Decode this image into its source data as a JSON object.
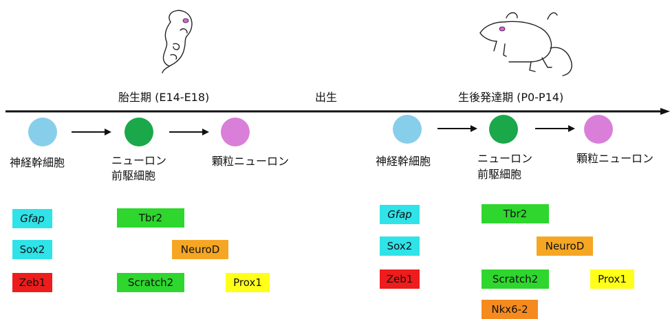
{
  "periods": [
    {
      "title": "胎生期 (E14-E18)"
    },
    {
      "title": "生後発達期 (P0-P14)"
    }
  ],
  "birth_label": "出生",
  "stages": {
    "nsc": "神経幹細胞",
    "npc_line1": "ニューロン",
    "npc_line2": "前駆細胞",
    "granule": "顆粒ニューロン"
  },
  "colors": {
    "nsc": "#87ceeb",
    "npc": "#1aa84a",
    "granule": "#d97fd9",
    "cyan": "#2fe3e8",
    "green": "#2ed62e",
    "orange": "#f5a623",
    "red": "#ee1c1c",
    "yellow": "#ffff1a",
    "dark_orange": "#f58b1f"
  },
  "genes": {
    "gfap": "Gfap",
    "sox2": "Sox2",
    "zeb1": "Zeb1",
    "tbr2": "Tbr2",
    "neurod": "NeuroD",
    "scratch2": "Scratch2",
    "prox1": "Prox1",
    "nkx62": "Nkx6-2"
  },
  "icons": [
    "embryo-illustration",
    "mouse-illustration"
  ]
}
